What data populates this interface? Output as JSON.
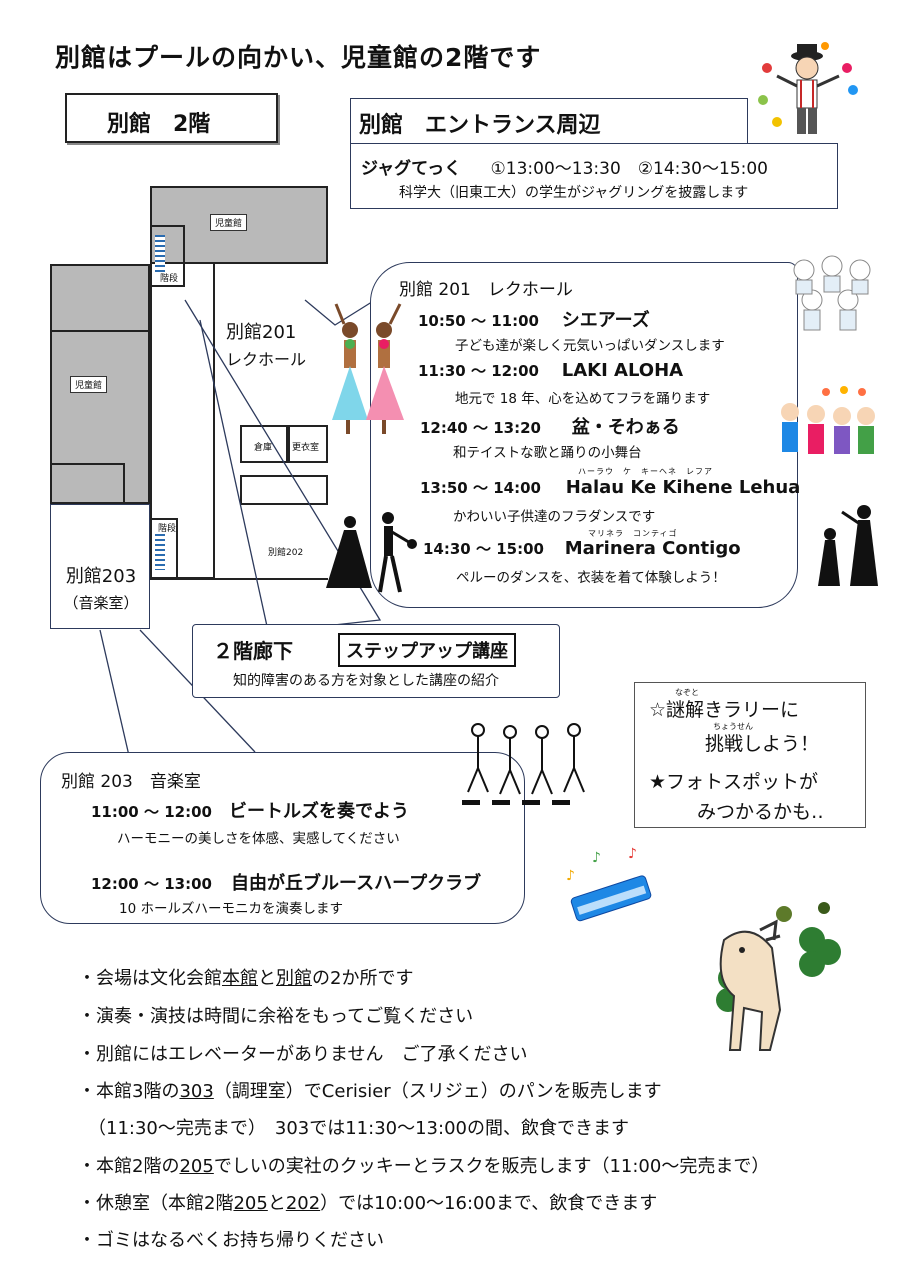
{
  "title": "別館はプールの向かい、児童館の2階です",
  "floor_label": "別館　2階",
  "map": {
    "jidokan_top": "児童館",
    "jidokan_left": "児童館",
    "stairs_top": "階段",
    "stairs_bottom": "階段",
    "storage": "倉庫",
    "changing": "更衣室",
    "room202": "別館202",
    "room201_line1": "別館201",
    "room201_line2": "レクホール",
    "room203_line1": "別館203",
    "room203_line2": "（音楽室）"
  },
  "entrance": {
    "heading": "別館　エントランス周辺",
    "act": "ジャグてっく",
    "times": "①13:00〜13:30　②14:30〜15:00",
    "desc": "科学大（旧東工大）の学生がジャグリングを披露します"
  },
  "rec_hall": {
    "heading": "別館 201　レクホール",
    "items": [
      {
        "time": "10:50 ～ 11:00",
        "name": "シエアーズ",
        "desc": "子ども達が楽しく元気いっぱいダンスします"
      },
      {
        "time": "11:30 ～ 12:00",
        "name": "LAKI ALOHA",
        "desc": "地元で 18 年、心を込めてフラを踊ります"
      },
      {
        "time": "12:40 ～ 13:20",
        "name": "盆・そわぁる",
        "desc": "和テイストな歌と踊りの小舞台"
      },
      {
        "time": "13:50 ～ 14:00",
        "name": "Halau Ke Kihene Lehua",
        "ruby": "ハーラウ　ケ　キーヘネ　レフア",
        "desc": "かわいい子供達のフラダンスです"
      },
      {
        "time": "14:30 ～ 15:00",
        "name": "Marinera Contigo",
        "ruby": "マリネラ　コンティゴ",
        "desc": "ペルーのダンスを、衣装を着て体験しよう！"
      }
    ]
  },
  "corridor": {
    "heading": "２階廊下",
    "badge": "ステップアップ講座",
    "desc": "知的障害のある方を対象とした講座の紹介"
  },
  "rally": {
    "ruby1": "なぞと",
    "line1": "☆謎解きラリーに",
    "ruby2": "ちょうせん",
    "line2": "挑戦しよう！",
    "line3": "★フォトスポットが",
    "line4": "みつかるかも‥"
  },
  "music_room": {
    "heading": "別館 203　音楽室",
    "items": [
      {
        "time": "11:00 ～ 12:00",
        "name": "ビートルズを奏でよう",
        "desc": "ハーモニーの美しさを体感、実感してください"
      },
      {
        "time": "12:00 ～ 13:00",
        "name": "自由が丘ブルースハープクラブ",
        "desc": "10 ホールズハーモニカを演奏します"
      }
    ]
  },
  "notes": [
    {
      "pre": "・会場は文化会館",
      "u1": "本館",
      "mid": "と",
      "u2": "別館",
      "post": "の2か所です"
    },
    {
      "pre": "・演奏・演技は時間に余裕をもってご覧ください"
    },
    {
      "pre": "・別館にはエレベーターがありません　ご了承ください"
    },
    {
      "pre": "・本館3階の",
      "u1": "303",
      "mid": "（調理室）でCerisier（スリジェ）のパンを販売します"
    },
    {
      "pre": "（11:30〜完売まで）　303では11:30〜13:00の間、飲食できます"
    },
    {
      "pre": "・本館2階の",
      "u1": "205",
      "mid": "でしいの実社のクッキーとラスクを販売します（11:00〜完売まで）"
    },
    {
      "pre": "・休憩室（本館2階",
      "u1": "205",
      "mid": "と",
      "u2": "202",
      "post": "）では10:00〜16:00まで、飲食できます"
    },
    {
      "pre": "・ゴミはなるべくお持ち帰りください"
    }
  ],
  "colors": {
    "bubble_border": "#2d3a5c",
    "map_gray": "#b9b9b9",
    "stairs_blue": "#2b6cb0"
  },
  "icons": [
    "juggler-clown-icon",
    "hula-dancers-icon",
    "kids-dancing-icon",
    "bon-dance-kids-icon",
    "marinera-dancers-icon",
    "hula-silhouette-icon",
    "beatles-crossing-icon",
    "harmonica-icon",
    "horse-clover-icon"
  ]
}
